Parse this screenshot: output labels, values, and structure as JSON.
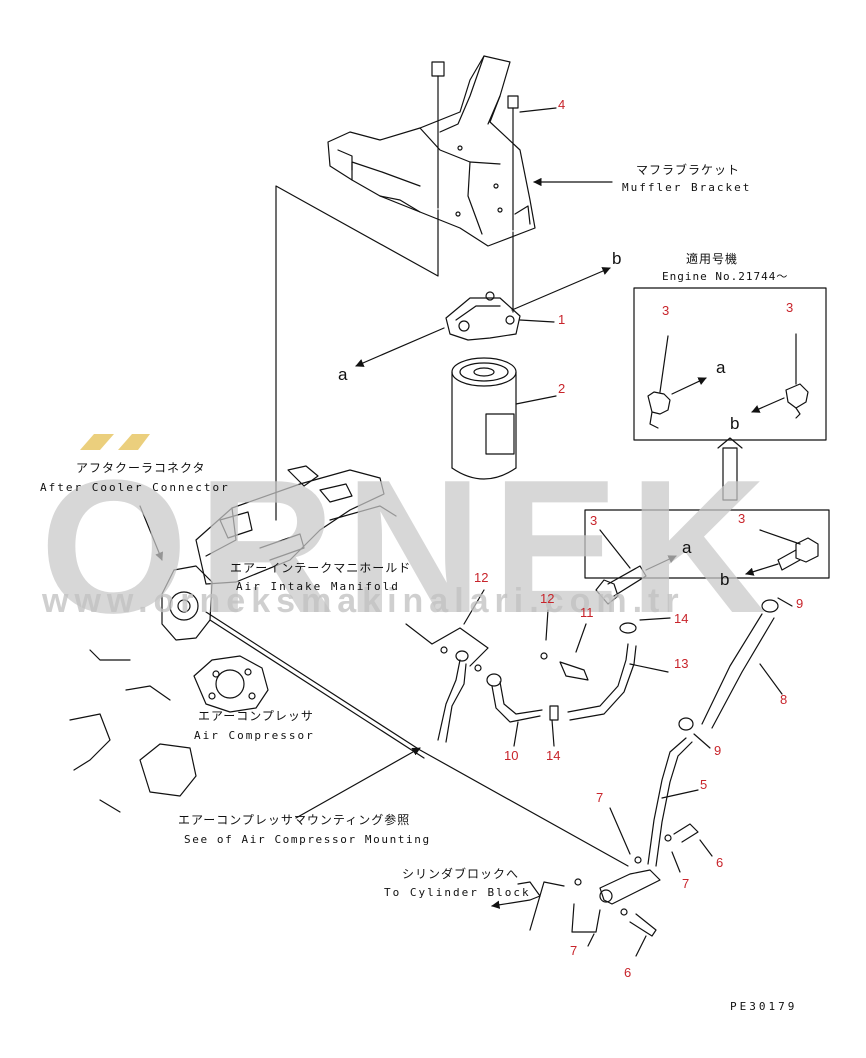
{
  "watermark": {
    "brand": "ORNEK",
    "url": "www.orneksmakinalari.com.tr"
  },
  "labels": {
    "muffler_bracket_jp": "マフラブラケット",
    "muffler_bracket_en": "Muffler Bracket",
    "applicable_jp": "適用号機",
    "engine_no": "Engine No.21744〜",
    "after_cooler_jp": "アフタクーラコネクタ",
    "after_cooler_en": "After Cooler Connector",
    "air_intake_jp": "エアーインテークマニホールド",
    "air_intake_en": "Air Intake Manifold",
    "air_comp_jp": "エアーコンプレッサ",
    "air_comp_en": "Air Compressor",
    "see_mount_jp": "エアーコンプレッサマウンティング参照",
    "see_mount_en": "See of Air Compressor Mounting",
    "to_cyl_jp": "シリンダブロックへ",
    "to_cyl_en": "To Cylinder Block",
    "drawing_no": "PE30179"
  },
  "letters": {
    "a": "a",
    "b": "b"
  },
  "part_numbers": [
    "1",
    "2",
    "3",
    "4",
    "5",
    "6",
    "7",
    "8",
    "9",
    "10",
    "11",
    "12",
    "13",
    "14"
  ],
  "colors": {
    "part_number": "#c8242b",
    "line": "#111111",
    "watermark": "#c9c9c9",
    "watermark_accent": "#e7c766"
  }
}
